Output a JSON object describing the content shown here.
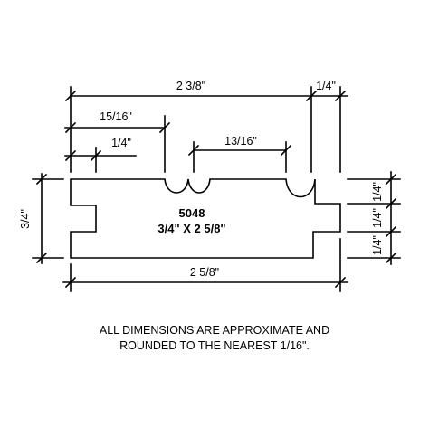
{
  "part": {
    "number": "5048",
    "size": "3/4\" X 2 5/8\""
  },
  "dimensions": {
    "overall_top": "2 3/8\"",
    "right_top": "1/4\"",
    "left_to_bead": "15/16\"",
    "left_small": "1/4\"",
    "bead_spacing": "13/16\"",
    "thickness": "3/4\"",
    "right_upper": "1/4\"",
    "right_middle": "1/4\"",
    "right_lower": "1/4\"",
    "bottom_width": "2 5/8\""
  },
  "note": {
    "line1": "ALL DIMENSIONS ARE APPROXIMATE AND",
    "line2": "ROUNDED TO THE NEAREST 1/16\"."
  },
  "colors": {
    "line": "#000000",
    "background": "#ffffff"
  }
}
